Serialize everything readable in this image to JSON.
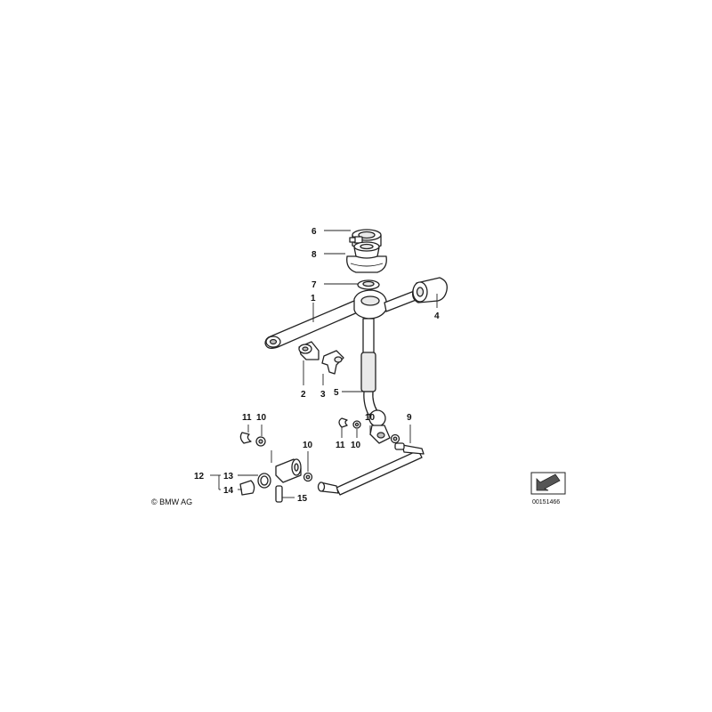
{
  "diagram": {
    "callouts": {
      "c1": "1",
      "c2": "2",
      "c3": "3",
      "c4": "4",
      "c5": "5",
      "c6": "6",
      "c7": "7",
      "c8": "8",
      "c9": "9",
      "c10a": "10",
      "c10b": "10",
      "c10c": "10",
      "c10d": "10",
      "c11a": "11",
      "c11b": "11",
      "c12": "12",
      "c13": "13",
      "c14": "14",
      "c15": "15"
    },
    "copyright": "© BMW AG",
    "reference_number": "00151466"
  }
}
